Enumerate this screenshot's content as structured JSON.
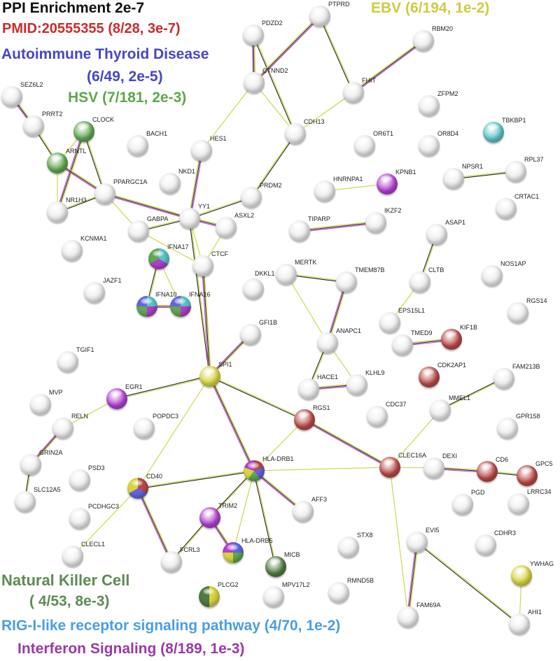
{
  "legend": {
    "ppi": "PPI Enrichment 2e-7",
    "pmid": "PMID:20555355 (8/28, 3e-7)",
    "thyroid_1": "Autoimmune Thyroid Disease",
    "thyroid_2": "(6/49, 2e-5)",
    "hsv": "HSV (7/181, 2e-3)",
    "ebv": "EBV (6/194, 1e-2)",
    "nk_1": "Natural Killer Cell",
    "nk_2": "( 4/53, 8e-3)",
    "rig": "RIG-I-like receptor signaling pathway (4/70, 1e-2)",
    "ifn": "Interferon Signaling (8/189, 1e-3)"
  },
  "colors": {
    "ppi": "#111111",
    "pmid": "#cc2b2b",
    "thyroid": "#4646c8",
    "hsv": "#5aaa4a",
    "ebv": "#cccc44",
    "nk": "#5e8a55",
    "rig": "#4a9ee0",
    "ifn": "#9a3aa8",
    "red": "#b84a48",
    "purple": "#b040d0",
    "green": "#62a852",
    "cyan": "#5cc4c8",
    "yellow": "#d8d440",
    "blue": "#6464e0",
    "dkgreen": "#4f7a44",
    "white": "#ececec"
  },
  "nodes": [
    {
      "id": "SEZ6L2",
      "fill": [
        "white"
      ]
    },
    {
      "id": "PRRT2",
      "fill": [
        "white"
      ]
    },
    {
      "id": "CLOCK",
      "fill": [
        "green"
      ]
    },
    {
      "id": "ARNTL",
      "fill": [
        "green"
      ]
    },
    {
      "id": "BACH1",
      "fill": [
        "white"
      ]
    },
    {
      "id": "NKD1",
      "fill": [
        "white"
      ]
    },
    {
      "id": "HES1",
      "fill": [
        "white"
      ]
    },
    {
      "id": "PPARGC1A",
      "fill": [
        "white"
      ]
    },
    {
      "id": "NR1H3",
      "fill": [
        "white"
      ]
    },
    {
      "id": "GABPA",
      "fill": [
        "white"
      ]
    },
    {
      "id": "YY1",
      "fill": [
        "white"
      ]
    },
    {
      "id": "ASXL2",
      "fill": [
        "white"
      ]
    },
    {
      "id": "PRDM2",
      "fill": [
        "white"
      ]
    },
    {
      "id": "CTCF",
      "fill": [
        "white"
      ]
    },
    {
      "id": "PDZD2",
      "fill": [
        "white"
      ]
    },
    {
      "id": "CTNND2",
      "fill": [
        "white"
      ]
    },
    {
      "id": "PTPRD",
      "fill": [
        "white"
      ]
    },
    {
      "id": "FHIT",
      "fill": [
        "white"
      ]
    },
    {
      "id": "CDH13",
      "fill": [
        "white"
      ]
    },
    {
      "id": "RBM20",
      "fill": [
        "white"
      ]
    },
    {
      "id": "ZFPM2",
      "fill": [
        "white"
      ]
    },
    {
      "id": "OR6T1",
      "fill": [
        "white"
      ]
    },
    {
      "id": "OR8D4",
      "fill": [
        "white"
      ]
    },
    {
      "id": "TBKBP1",
      "fill": [
        "cyan"
      ]
    },
    {
      "id": "NPSR1",
      "fill": [
        "white"
      ]
    },
    {
      "id": "RPL37",
      "fill": [
        "white"
      ]
    },
    {
      "id": "HNRNPA1",
      "fill": [
        "white"
      ]
    },
    {
      "id": "KPNB1",
      "fill": [
        "purple"
      ]
    },
    {
      "id": "CRTAC1",
      "fill": [
        "white"
      ]
    },
    {
      "id": "IKZF2",
      "fill": [
        "white"
      ]
    },
    {
      "id": "TIPARP",
      "fill": [
        "white"
      ]
    },
    {
      "id": "ASAP1",
      "fill": [
        "white"
      ]
    },
    {
      "id": "KCNMA1",
      "fill": [
        "white"
      ]
    },
    {
      "id": "IFNA17",
      "fill": [
        "cyan",
        "purple",
        "green"
      ]
    },
    {
      "id": "IFNA10",
      "fill": [
        "cyan",
        "purple",
        "green",
        "blue"
      ]
    },
    {
      "id": "IFNA16",
      "fill": [
        "cyan",
        "purple",
        "green",
        "blue"
      ]
    },
    {
      "id": "JAZF1",
      "fill": [
        "white"
      ]
    },
    {
      "id": "DKKL1",
      "fill": [
        "white"
      ]
    },
    {
      "id": "GFI1B",
      "fill": [
        "white"
      ]
    },
    {
      "id": "MERTK",
      "fill": [
        "white"
      ]
    },
    {
      "id": "TMEM87B",
      "fill": [
        "white"
      ]
    },
    {
      "id": "CLTB",
      "fill": [
        "white"
      ]
    },
    {
      "id": "NOS1AP",
      "fill": [
        "white"
      ]
    },
    {
      "id": "RGS14",
      "fill": [
        "white"
      ]
    },
    {
      "id": "EPS15L1",
      "fill": [
        "white"
      ]
    },
    {
      "id": "ANAPC1",
      "fill": [
        "white"
      ]
    },
    {
      "id": "TMED9",
      "fill": [
        "white"
      ]
    },
    {
      "id": "KIF1B",
      "fill": [
        "red"
      ]
    },
    {
      "id": "TGIF1",
      "fill": [
        "white"
      ]
    },
    {
      "id": "SPI1",
      "fill": [
        "yellow"
      ]
    },
    {
      "id": "HACE1",
      "fill": [
        "white"
      ]
    },
    {
      "id": "KLHL9",
      "fill": [
        "white"
      ]
    },
    {
      "id": "CDK2AP1",
      "fill": [
        "red"
      ]
    },
    {
      "id": "FAM213B",
      "fill": [
        "white"
      ]
    },
    {
      "id": "EGR1",
      "fill": [
        "purple"
      ]
    },
    {
      "id": "MVP",
      "fill": [
        "white"
      ]
    },
    {
      "id": "RELN",
      "fill": [
        "white"
      ]
    },
    {
      "id": "POPDC3",
      "fill": [
        "white"
      ]
    },
    {
      "id": "RGS1",
      "fill": [
        "red"
      ]
    },
    {
      "id": "CDC37",
      "fill": [
        "white"
      ]
    },
    {
      "id": "MMEL1",
      "fill": [
        "white"
      ]
    },
    {
      "id": "GPR158",
      "fill": [
        "white"
      ]
    },
    {
      "id": "GRIN2A",
      "fill": [
        "white"
      ]
    },
    {
      "id": "PSD3",
      "fill": [
        "white"
      ]
    },
    {
      "id": "CD40",
      "fill": [
        "red",
        "blue",
        "yellow"
      ]
    },
    {
      "id": "HLA-DRB1",
      "fill": [
        "red",
        "blue",
        "green",
        "yellow",
        "purple"
      ]
    },
    {
      "id": "SLC12A5",
      "fill": [
        "white"
      ]
    },
    {
      "id": "CLEC16A",
      "fill": [
        "red"
      ]
    },
    {
      "id": "DEXI",
      "fill": [
        "white"
      ]
    },
    {
      "id": "CD6",
      "fill": [
        "red"
      ]
    },
    {
      "id": "GPC5",
      "fill": [
        "red"
      ]
    },
    {
      "id": "PCDHGC3",
      "fill": [
        "white"
      ]
    },
    {
      "id": "AFF3",
      "fill": [
        "white"
      ]
    },
    {
      "id": "TRIM2",
      "fill": [
        "purple"
      ]
    },
    {
      "id": "PGD",
      "fill": [
        "white"
      ]
    },
    {
      "id": "LRRC34",
      "fill": [
        "white"
      ]
    },
    {
      "id": "HLA-DRB5",
      "fill": [
        "blue",
        "green",
        "yellow",
        "purple"
      ]
    },
    {
      "id": "CLECL1",
      "fill": [
        "white"
      ]
    },
    {
      "id": "FCRL3",
      "fill": [
        "white"
      ]
    },
    {
      "id": "MICB",
      "fill": [
        "dkgreen"
      ]
    },
    {
      "id": "STX8",
      "fill": [
        "white"
      ]
    },
    {
      "id": "EVI5",
      "fill": [
        "white"
      ]
    },
    {
      "id": "CDHR3",
      "fill": [
        "white"
      ]
    },
    {
      "id": "YWHAG",
      "fill": [
        "yellow"
      ]
    },
    {
      "id": "PLCG2",
      "fill": [
        "yellow",
        "dkgreen"
      ]
    },
    {
      "id": "MPV17L2",
      "fill": [
        "white"
      ]
    },
    {
      "id": "RMND5B",
      "fill": [
        "white"
      ]
    },
    {
      "id": "FAM69A",
      "fill": [
        "white"
      ]
    },
    {
      "id": "AHI1",
      "fill": [
        "white"
      ]
    }
  ],
  "edges": [
    [
      "SEZ6L2",
      "PRRT2"
    ],
    [
      "PRRT2",
      "ARNTL"
    ],
    [
      "CLOCK",
      "ARNTL"
    ],
    [
      "CLOCK",
      "NR1H3"
    ],
    [
      "CLOCK",
      "PPARGC1A"
    ],
    [
      "ARNTL",
      "NR1H3"
    ],
    [
      "ARNTL",
      "PPARGC1A"
    ],
    [
      "NR1H3",
      "PPARGC1A"
    ],
    [
      "PPARGC1A",
      "GABPA"
    ],
    [
      "PPARGC1A",
      "YY1"
    ],
    [
      "GABPA",
      "YY1"
    ],
    [
      "GABPA",
      "CTCF"
    ],
    [
      "YY1",
      "ASXL2"
    ],
    [
      "YY1",
      "PRDM2"
    ],
    [
      "YY1",
      "CTCF"
    ],
    [
      "YY1",
      "HES1"
    ],
    [
      "YY1",
      "SPI1"
    ],
    [
      "ASXL2",
      "CTCF"
    ],
    [
      "CTCF",
      "SPI1"
    ],
    [
      "PRDM2",
      "CDH13"
    ],
    [
      "HES1",
      "CTNND2"
    ],
    [
      "PDZD2",
      "CTNND2"
    ],
    [
      "PDZD2",
      "CDH13"
    ],
    [
      "CTNND2",
      "CDH13"
    ],
    [
      "CTNND2",
      "PTPRD"
    ],
    [
      "PTPRD",
      "FHIT"
    ],
    [
      "FHIT",
      "CDH13"
    ],
    [
      "FHIT",
      "RBM20"
    ],
    [
      "NPSR1",
      "RPL37"
    ],
    [
      "HNRNPA1",
      "KPNB1"
    ],
    [
      "TIPARP",
      "IKZF2"
    ],
    [
      "IFNA17",
      "IFNA10"
    ],
    [
      "IFNA17",
      "IFNA16"
    ],
    [
      "IFNA10",
      "IFNA16"
    ],
    [
      "MERTK",
      "TMEM87B"
    ],
    [
      "MERTK",
      "ANAPC1"
    ],
    [
      "TMEM87B",
      "ANAPC1"
    ],
    [
      "ANAPC1",
      "HACE1"
    ],
    [
      "ANAPC1",
      "KLHL9"
    ],
    [
      "HACE1",
      "KLHL9"
    ],
    [
      "ASAP1",
      "CLTB"
    ],
    [
      "CLTB",
      "EPS15L1"
    ],
    [
      "TMED9",
      "KIF1B"
    ],
    [
      "FAM213B",
      "MMEL1"
    ],
    [
      "MMEL1",
      "CLEC16A"
    ],
    [
      "GFI1B",
      "SPI1"
    ],
    [
      "SPI1",
      "EGR1"
    ],
    [
      "SPI1",
      "CD40"
    ],
    [
      "SPI1",
      "HLA-DRB1"
    ],
    [
      "SPI1",
      "RGS1"
    ],
    [
      "EGR1",
      "RELN"
    ],
    [
      "RELN",
      "GRIN2A"
    ],
    [
      "GRIN2A",
      "SLC12A5"
    ],
    [
      "RGS1",
      "HLA-DRB1"
    ],
    [
      "RGS1",
      "CLEC16A"
    ],
    [
      "CD40",
      "HLA-DRB1"
    ],
    [
      "CD40",
      "CLECL1"
    ],
    [
      "CD40",
      "FCRL3"
    ],
    [
      "HLA-DRB1",
      "TRIM2"
    ],
    [
      "HLA-DRB1",
      "HLA-DRB5"
    ],
    [
      "HLA-DRB1",
      "AFF3"
    ],
    [
      "HLA-DRB1",
      "MICB"
    ],
    [
      "HLA-DRB1",
      "CLEC16A"
    ],
    [
      "TRIM2",
      "HLA-DRB5"
    ],
    [
      "TRIM2",
      "FCRL3"
    ],
    [
      "CLEC16A",
      "DEXI"
    ],
    [
      "DEXI",
      "CD6"
    ],
    [
      "CD6",
      "GPC5"
    ],
    [
      "CLEC16A",
      "FAM69A"
    ],
    [
      "EVI5",
      "FAM69A"
    ],
    [
      "EVI5",
      "AHI1"
    ],
    [
      "YWHAG",
      "AHI1"
    ]
  ]
}
